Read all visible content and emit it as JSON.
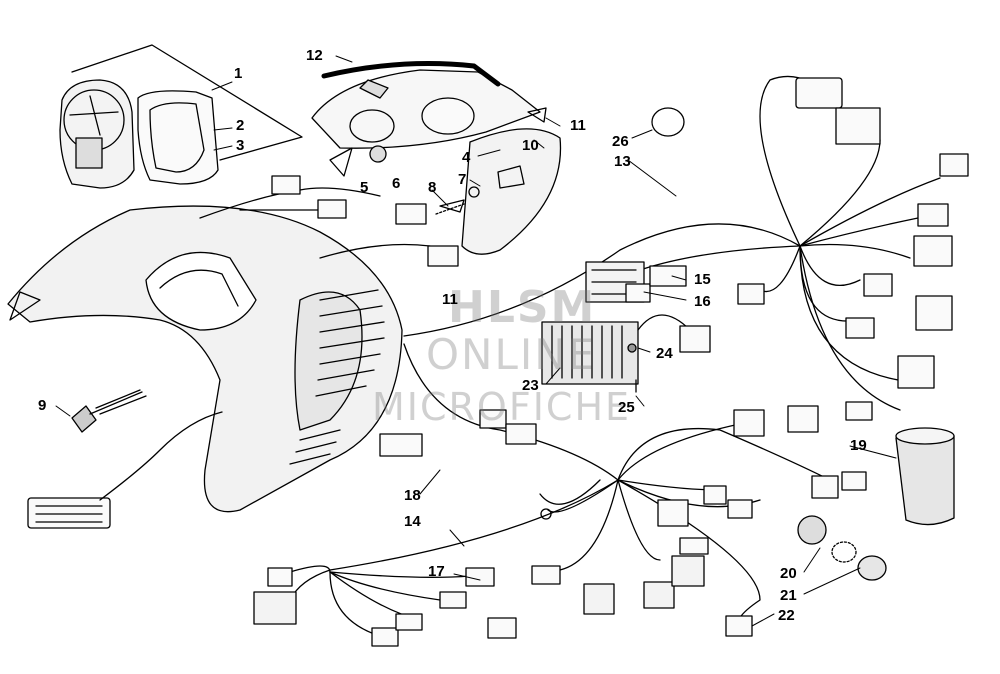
{
  "callouts": {
    "c1": "1",
    "c2": "2",
    "c3": "3",
    "c4": "4",
    "c5": "5",
    "c6": "6",
    "c7": "7",
    "c8": "8",
    "c9": "9",
    "c10": "10",
    "c11": "11",
    "c11b": "11",
    "c12": "12",
    "c13": "13",
    "c14": "14",
    "c15": "15",
    "c16": "16",
    "c17": "17",
    "c18": "18",
    "c19": "19",
    "c20": "20",
    "c21": "21",
    "c22": "22",
    "c23": "23",
    "c24": "24",
    "c25": "25",
    "c26": "26"
  },
  "watermark": {
    "line1": "HLSM",
    "line2": "ONLINE",
    "line3": "MICROFICHE"
  }
}
